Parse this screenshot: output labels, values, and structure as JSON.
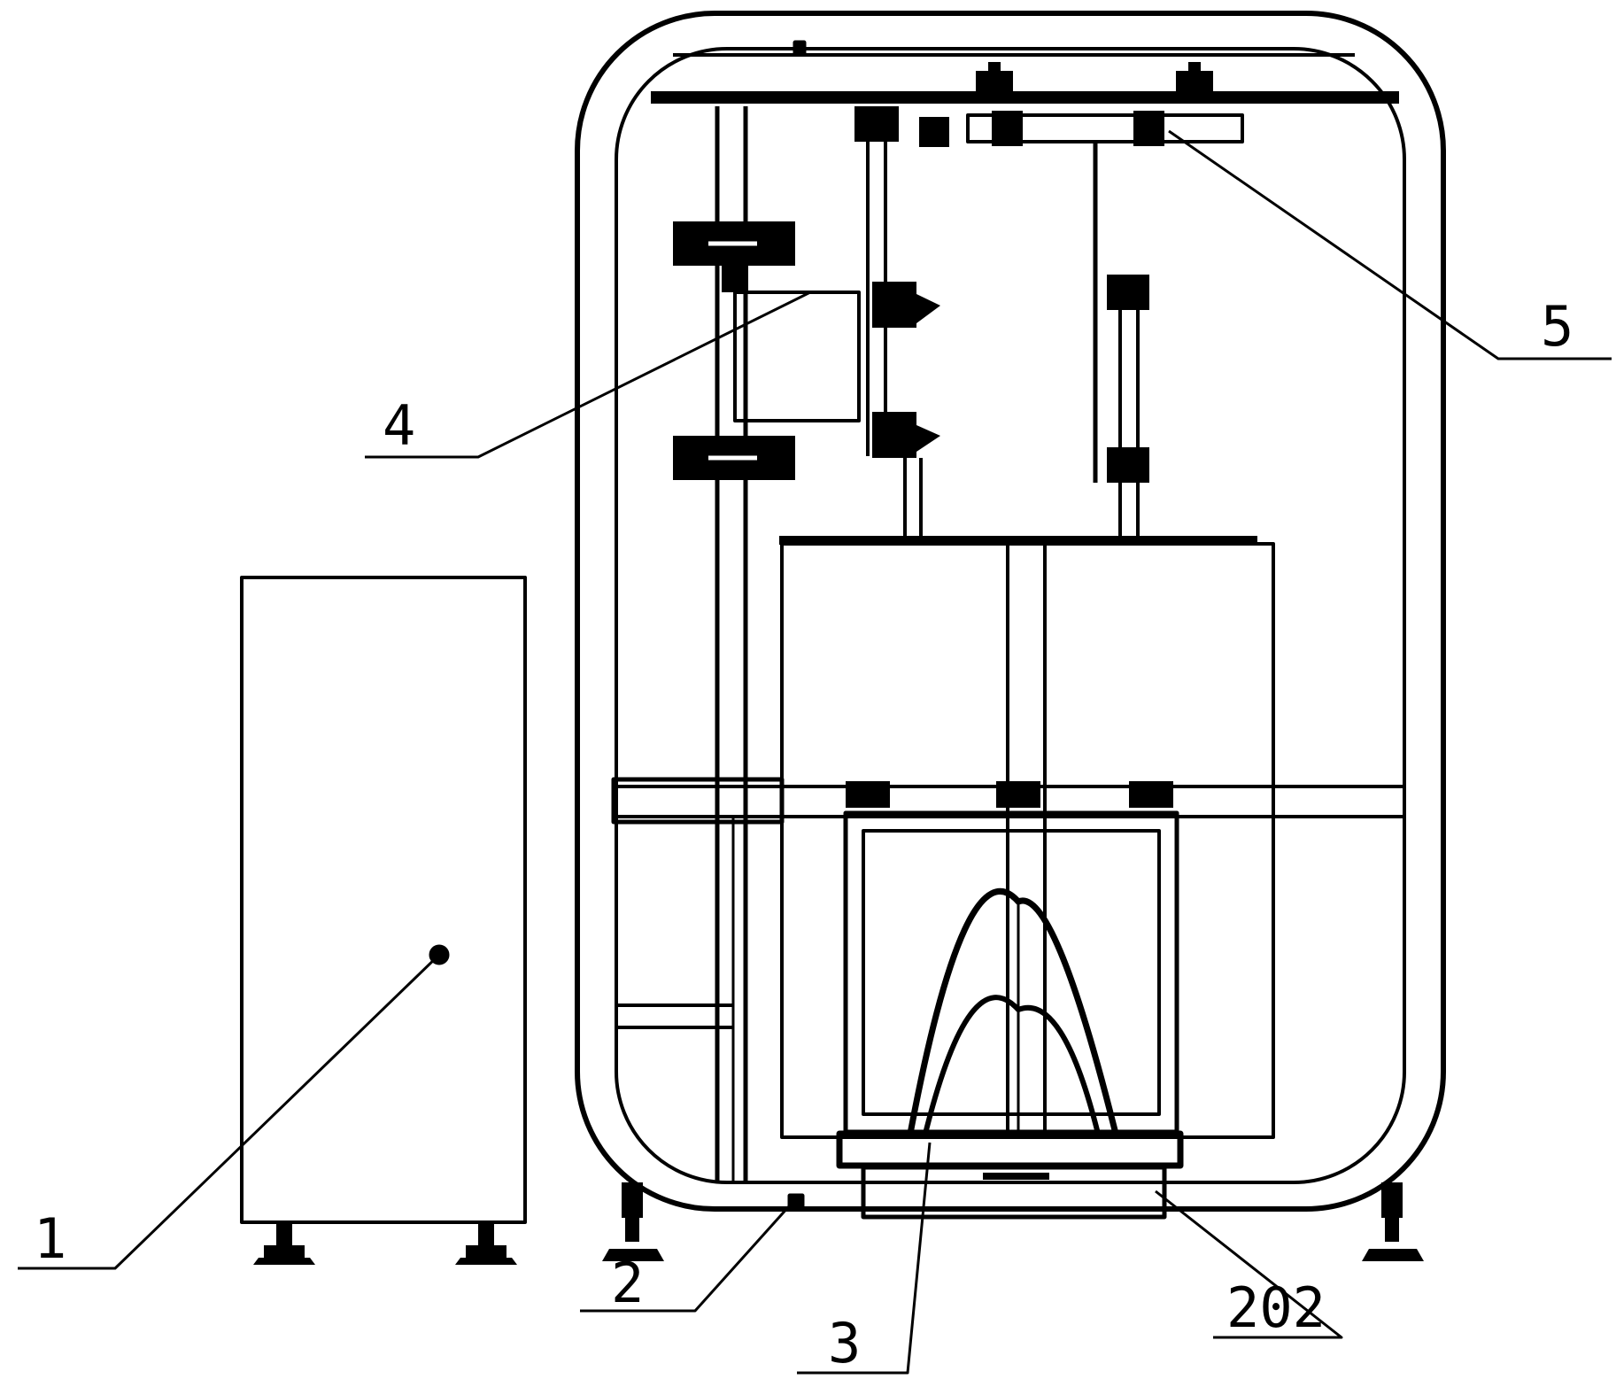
{
  "labels": {
    "cabinet": "1",
    "frame": "2",
    "lower_assembly": "3",
    "side_mechanism": "4",
    "top_mechanism": "5",
    "base_plate": "202"
  },
  "colors": {
    "line": "#000000",
    "background": "#ffffff"
  }
}
